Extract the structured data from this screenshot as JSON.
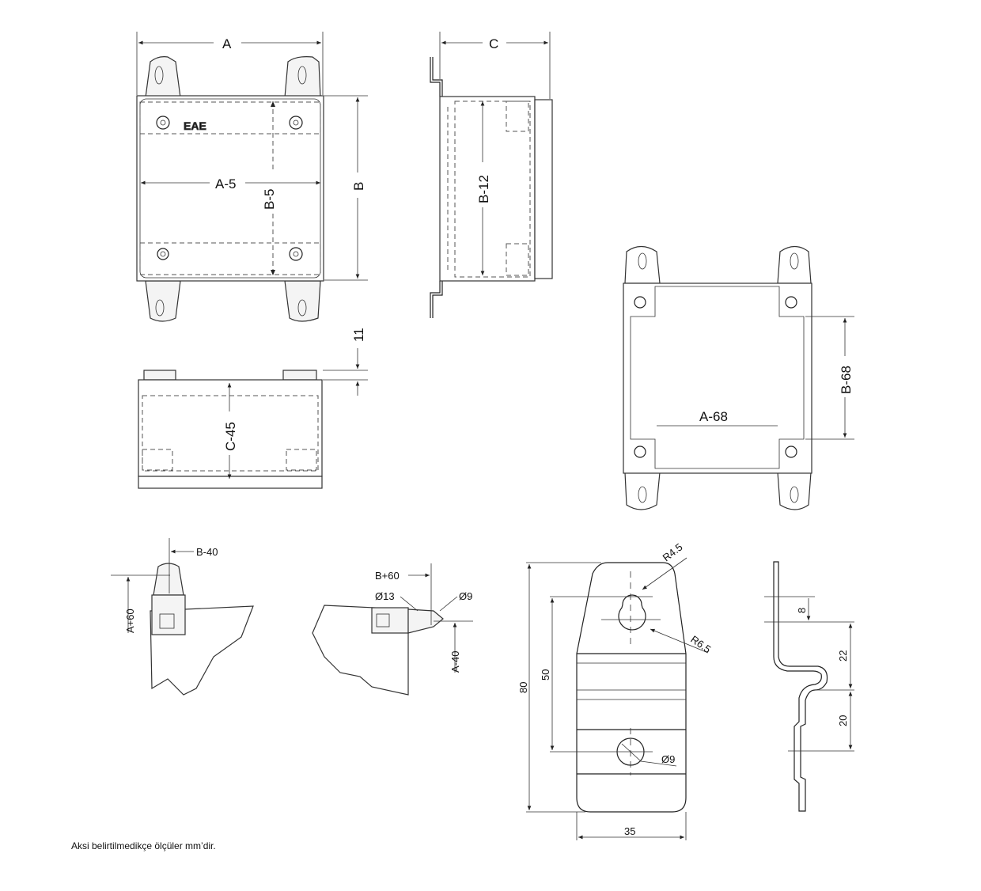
{
  "front_view": {
    "dim_width": "A",
    "dim_inner_width": "A-5",
    "dim_inner_height": "B-5",
    "dim_height": "B",
    "logo": "EAE"
  },
  "side_view": {
    "dim_depth": "C",
    "dim_inner_height": "B-12"
  },
  "top_view": {
    "dim_offset": "11",
    "dim_inner_depth": "C-45"
  },
  "back_view": {
    "dim_width": "A-68",
    "dim_height": "B-68"
  },
  "detail_left": {
    "dim_h": "B-40",
    "dim_v": "A+60"
  },
  "detail_right": {
    "dim_h": "B+60",
    "dim_hole_large": "Ø13",
    "dim_hole_small": "Ø9",
    "dim_v": "A-40"
  },
  "bracket_front": {
    "r_small": "R4.5",
    "r_large": "R6.5",
    "hole_spacing": "50",
    "height": "80",
    "hole": "Ø9",
    "width": "35"
  },
  "bracket_side": {
    "d1": "8",
    "d2": "22",
    "d3": "20"
  },
  "footnote": "Aksi belirtilmedikçe ölçüler mm’dir."
}
